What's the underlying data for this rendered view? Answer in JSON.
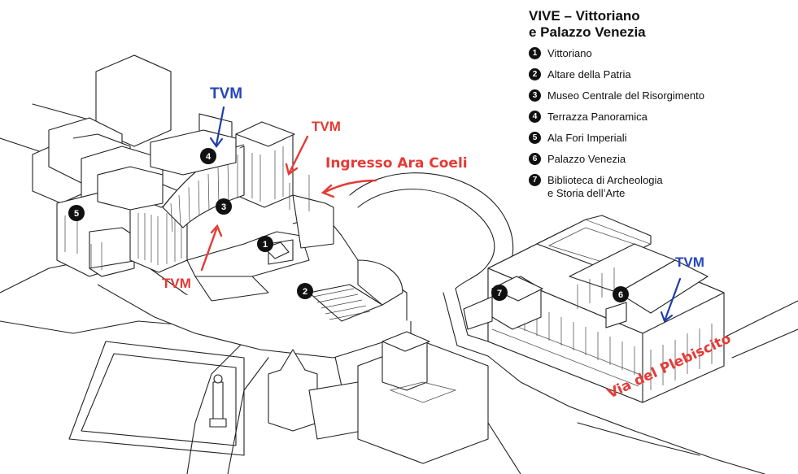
{
  "legend": {
    "title": "VIVE – Vittoriano\ne Palazzo Venezia",
    "items": [
      {
        "num": "1",
        "label": "Vittoriano"
      },
      {
        "num": "2",
        "label": "Altare della Patria"
      },
      {
        "num": "3",
        "label": "Museo Centrale del Risorgimento"
      },
      {
        "num": "4",
        "label": "Terrazza Panoramica"
      },
      {
        "num": "5",
        "label": "Ala Fori Imperiali"
      },
      {
        "num": "6",
        "label": "Palazzo Venezia"
      },
      {
        "num": "7",
        "label": "Biblioteca di Archeologia\ne Storia dell’Arte"
      }
    ]
  },
  "annotations": {
    "tvm_top": "TVM",
    "tvm_terrace": "TVM",
    "tvm_bottom": "TVM",
    "tvm_palazzo": "TVM",
    "ingresso": "Ingresso Ara Coeli",
    "via": "Via del Plebiscito"
  },
  "markers": {
    "m1": "1",
    "m2": "2",
    "m3": "3",
    "m4": "4",
    "m5": "5",
    "m6": "6",
    "m7": "7"
  },
  "colors": {
    "annotation_red": "#e53a35",
    "annotation_blue": "#2546b8",
    "marker": "#111111"
  }
}
